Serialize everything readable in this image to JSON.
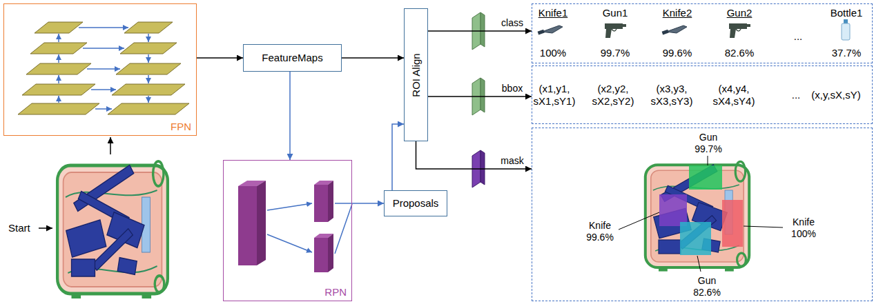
{
  "diagram": {
    "nodes": [
      {
        "text": [
          "FPN"
        ]
      },
      {
        "text": [
          "FeatureMaps"
        ]
      },
      {
        "text": [
          "RPN"
        ]
      },
      {
        "text": [
          "Proposals"
        ]
      },
      {
        "text": [
          "ROI Align"
        ]
      },
      {
        "text": [
          "Knife1",
          "100%",
          "Gun1",
          "99.7%",
          "Knife2",
          "99.6%",
          "Gun2",
          "82.6%",
          "...",
          "Bottle1",
          "37.7%"
        ]
      },
      {
        "text": [
          "(x1,y1, sX1,sY1)",
          "(x2,y2, sX2,sY2)",
          "(x3,y3, sX3,sY3)",
          "(x4,y4, sX4,sY4)",
          "...",
          "(x,y,sX,sY)"
        ]
      },
      {
        "text": [
          "Gun 99.7%",
          "Knife 99.6%",
          "Knife 100%",
          "Gun 82.6%"
        ]
      }
    ],
    "edges": [
      {
        "from": 0,
        "to": 1,
        "arrow": "to"
      },
      {
        "from": 1,
        "to": 2,
        "arrow": "to"
      },
      {
        "from": 2,
        "to": 3,
        "arrow": "to"
      },
      {
        "from": 1,
        "to": 4,
        "arrow": "to"
      },
      {
        "from": 3,
        "to": 4,
        "arrow": "to"
      },
      {
        "from": 4,
        "to": 5,
        "label": "class",
        "arrow": "to"
      },
      {
        "from": 4,
        "to": 6,
        "label": "bbox",
        "arrow": "to"
      },
      {
        "from": 4,
        "to": 7,
        "label": "mask",
        "arrow": "to"
      }
    ],
    "labels": [
      "Start"
    ]
  }
}
